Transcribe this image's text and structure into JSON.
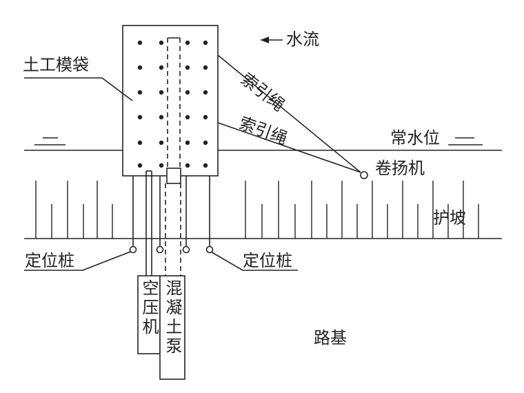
{
  "labels": {
    "geobag": "土工模袋",
    "water_flow": "水流",
    "rope_upper": "索引绳",
    "rope_lower": "索引绳",
    "normal_water_level": "常水位",
    "winch": "卷扬机",
    "slope_protection": "护坡",
    "positioning_pile_left": "定位桩",
    "positioning_pile_right": "定位桩",
    "air_compressor": "空压机",
    "concrete_pump": "混凝土泵",
    "roadbed": "路基"
  },
  "colors": {
    "line": "#222222",
    "background": "#ffffff"
  }
}
